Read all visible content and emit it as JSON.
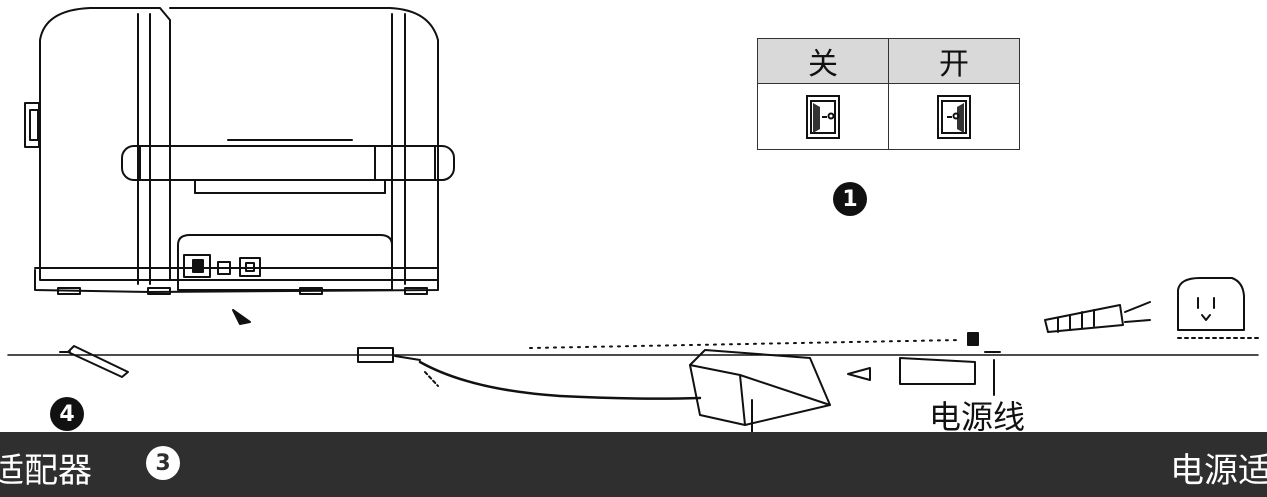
{
  "switch_legend": {
    "off_label": "关",
    "on_label": "开"
  },
  "steps": {
    "step1": "1",
    "step3": "3",
    "step4": "4"
  },
  "labels": {
    "power_cable": "电源线"
  },
  "caption_bar": {
    "left_text": "适配器",
    "right_text": "电源适"
  }
}
